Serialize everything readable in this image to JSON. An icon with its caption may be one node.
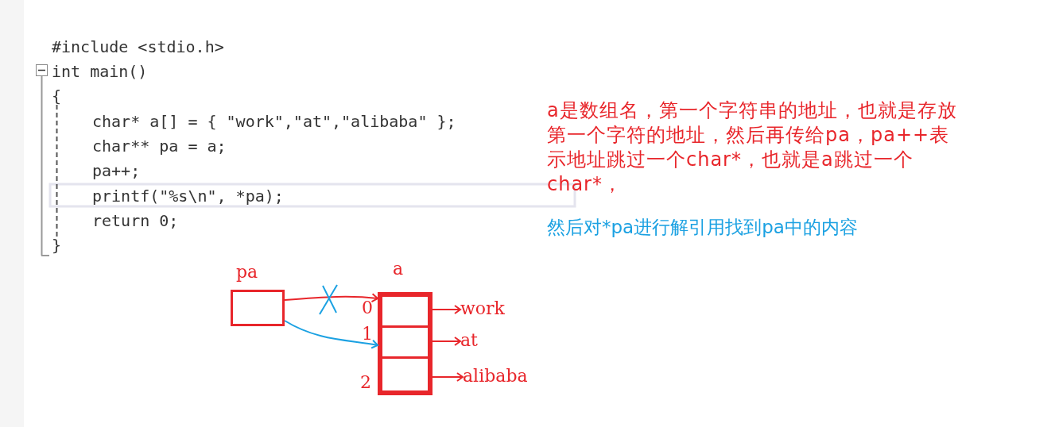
{
  "diagram": {
    "nodes": [
      {
        "text": [],
        "shape": "box",
        "beside": [
          "pa"
        ]
      },
      {
        "text": [],
        "shape": "box",
        "beside": [
          "a"
        ]
      },
      {
        "text": [],
        "shape": "box",
        "in": 1,
        "beside": [
          "0"
        ]
      },
      {
        "text": [],
        "shape": "box",
        "in": 1,
        "beside": [
          "1"
        ]
      },
      {
        "text": [],
        "shape": "box",
        "in": 1,
        "beside": [
          "2"
        ]
      },
      {
        "text": [
          "work"
        ]
      },
      {
        "text": [
          "at"
        ]
      },
      {
        "text": [
          "alibaba"
        ]
      }
    ],
    "edges": [
      {
        "from": 0,
        "to": 2,
        "arrow": "to"
      },
      {
        "from": 0,
        "to": 3,
        "arrow": "to",
        "color": "#1ba1e2"
      },
      {
        "from": 2,
        "to": 5,
        "arrow": "to"
      },
      {
        "from": 3,
        "to": 6,
        "arrow": "to"
      },
      {
        "from": 4,
        "to": 7,
        "arrow": "to"
      }
    ],
    "labels": [
      "#include <stdio.h>",
      "int main()",
      "{",
      "char* a[] = { \"work\",\"at\",\"alibaba\" };",
      "char** pa = a;",
      "pa++;",
      "printf(\"%s\\n\", *pa);",
      "return 0;",
      "}",
      "a是数组名，第一个字符串的地址，也就是存放第一个字符的地址，然后再传给pa，pa++表示地址跳过一个char*，也就是a跳过一个char*，",
      "然后对*pa进行解引用找到pa中的内容"
    ]
  }
}
